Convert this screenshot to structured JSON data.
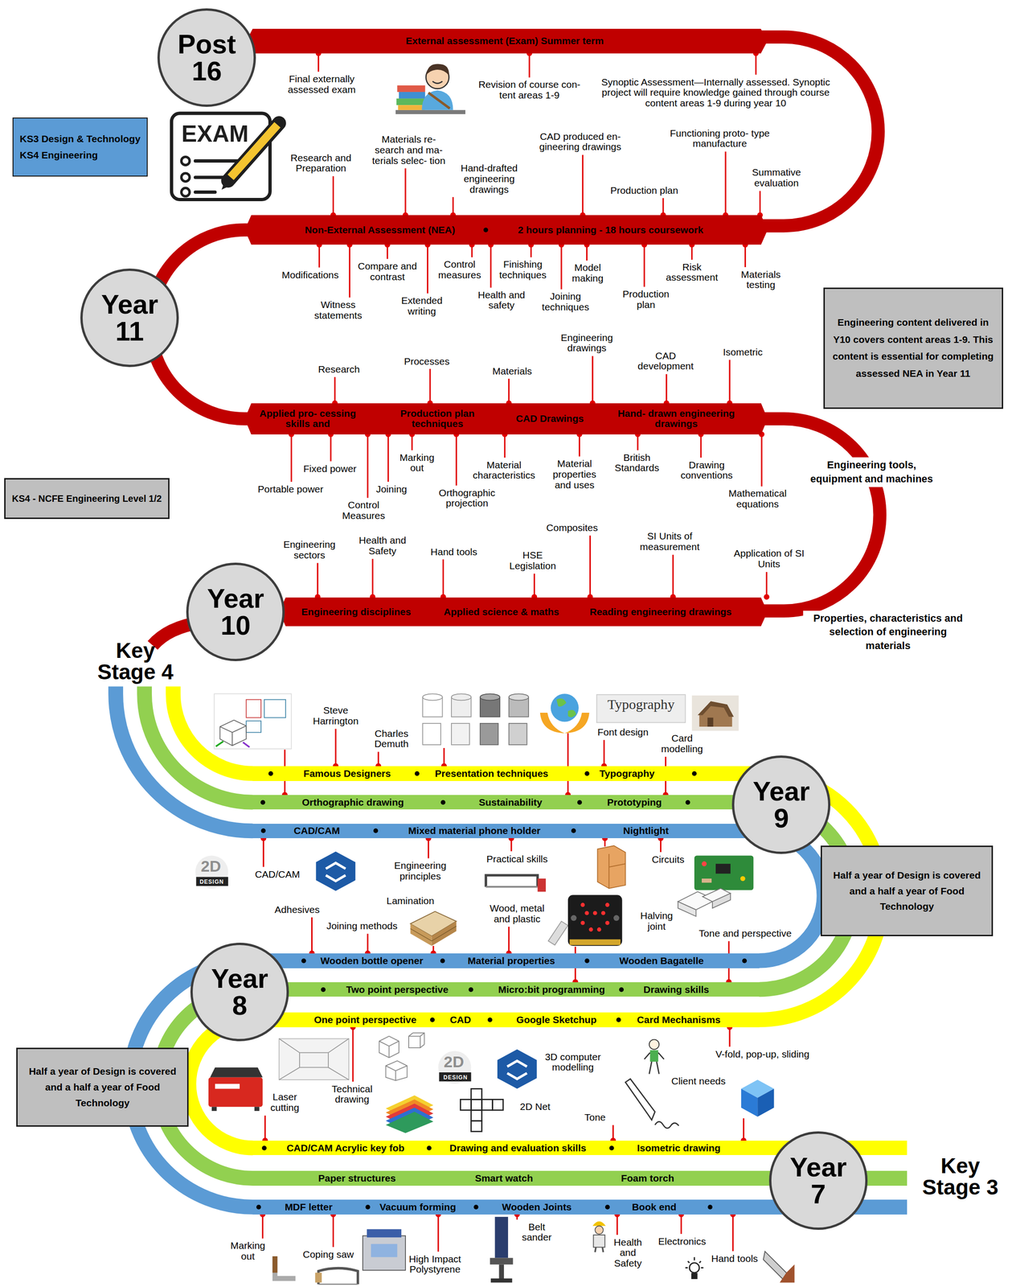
{
  "diagram": {
    "nodes": [
      {
        "text": [
          "Post 16"
        ]
      },
      {
        "text": [
          "External assessment (Exam) Summer term"
        ]
      },
      {
        "text": [
          "KS3 Design & Technology",
          "KS4 Engineering"
        ]
      },
      {
        "text": [
          "Non-External Assessment (NEA)",
          "2 hours planning - 18 hours coursework"
        ]
      },
      {
        "text": [
          "Year 11"
        ]
      },
      {
        "text": [
          "Engineering content delivered in Y10 covers content areas 1-9. This content is essential for completing assessed NEA in Year 11"
        ]
      },
      {
        "text": [
          "Applied pro- cessing skills and",
          "Production plan techniques",
          "CAD Drawings",
          "Hand- drawn engineering drawings"
        ]
      },
      {
        "text": [
          "KS4 - NCFE Engineering Level 1/2"
        ]
      },
      {
        "text": [
          "Year 10"
        ]
      },
      {
        "text": [
          "Engineering disciplines",
          "Applied science & maths",
          "Reading engineering drawings"
        ]
      },
      {
        "text": [
          "Famous Designers",
          "Presentation techniques",
          "Typography"
        ]
      },
      {
        "text": [
          "Year 9"
        ]
      },
      {
        "text": [
          "Orthographic drawing",
          "Sustainability",
          "Prototyping"
        ]
      },
      {
        "text": [
          "CAD/CAM",
          "Mixed material phone holder",
          "Nightlight"
        ]
      },
      {
        "text": [
          "Half a year of Design is covered and a half a year of Food Technology"
        ]
      },
      {
        "text": [
          "Wooden bottle opener",
          "Material properties",
          "Wooden Bagatelle"
        ]
      },
      {
        "text": [
          "Year 8"
        ]
      },
      {
        "text": [
          "Two point perspective",
          "Micro:bit programming",
          "Drawing skills"
        ]
      },
      {
        "text": [
          "One point perspective",
          "CAD",
          "Google Sketchup",
          "Card Mechanisms"
        ]
      },
      {
        "text": [
          "Half a year of Design is covered and a half a year of Food Technology"
        ]
      },
      {
        "text": [
          "CAD/CAM Acrylic key fob",
          "Drawing and evaluation skills",
          "Isometric drawing"
        ]
      },
      {
        "text": [
          "Year 7"
        ]
      },
      {
        "text": [
          "Paper structures",
          "Smart watch",
          "Foam torch"
        ]
      },
      {
        "text": [
          "MDF letter",
          "Vacuum forming",
          "Wooden Joints",
          "Book end"
        ]
      }
    ],
    "labels": [
      "EXAM",
      "Final externally assessed exam",
      "Revision of course con- tent areas 1-9",
      "Synoptic Assessment—Internally assessed. Synoptic project will require knowledge gained through course content areas 1-9 during year 10",
      "Research and Preparation",
      "Materials re- search and ma- terials selec- tion",
      "Hand-drafted engineering drawings",
      "CAD produced en- gineering drawings",
      "Production plan",
      "Functioning proto- type manufacture",
      "Summative evaluation",
      "Modifications",
      "Compare and contrast",
      "Control measures",
      "Finishing techniques",
      "Model making",
      "Risk assessment",
      "Materials testing",
      "Witness statements",
      "Extended writing",
      "Health and safety",
      "Joining techniques",
      "Production plan",
      "Research",
      "Processes",
      "Materials",
      "Engineering drawings",
      "CAD development",
      "Isometric",
      "Fixed power",
      "Portable power",
      "Control Measures",
      "Joining",
      "Marking out",
      "Orthographic projection",
      "Material characteristics",
      "Material properties and uses",
      "British Standards",
      "Drawing conventions",
      "Mathematical equations",
      "Engineering tools, equipment and machines",
      "Engineering sectors",
      "Health and Safety",
      "Hand tools",
      "Composites",
      "HSE Legislation",
      "SI Units of measurement",
      "Application of SI Units",
      "Properties, characteristics and selection of engineering materials",
      "Key Stage 4",
      "Steve Harrington",
      "Charles Demuth",
      "Typography",
      "Font design",
      "Card modelling",
      "2D",
      "DESIGN",
      "CAD/CAM",
      "Engineering principles",
      "Practical skills",
      "Circuits",
      "Adhesives",
      "Lamination",
      "Wood, metal and plastic",
      "Halving joint",
      "Joining methods",
      "Tone and perspective",
      "Laser cutting",
      "Technical drawing",
      "2D",
      "DESIGN",
      "3D computer modelling",
      "V-fold, pop-up, sliding",
      "Client needs",
      "2D Net",
      "Tone",
      "Key Stage 3",
      "Marking out",
      "Coping saw",
      "High Impact Polystyrene",
      "Belt sander",
      "Health and Safety",
      "Electronics",
      "Hand tools"
    ]
  }
}
